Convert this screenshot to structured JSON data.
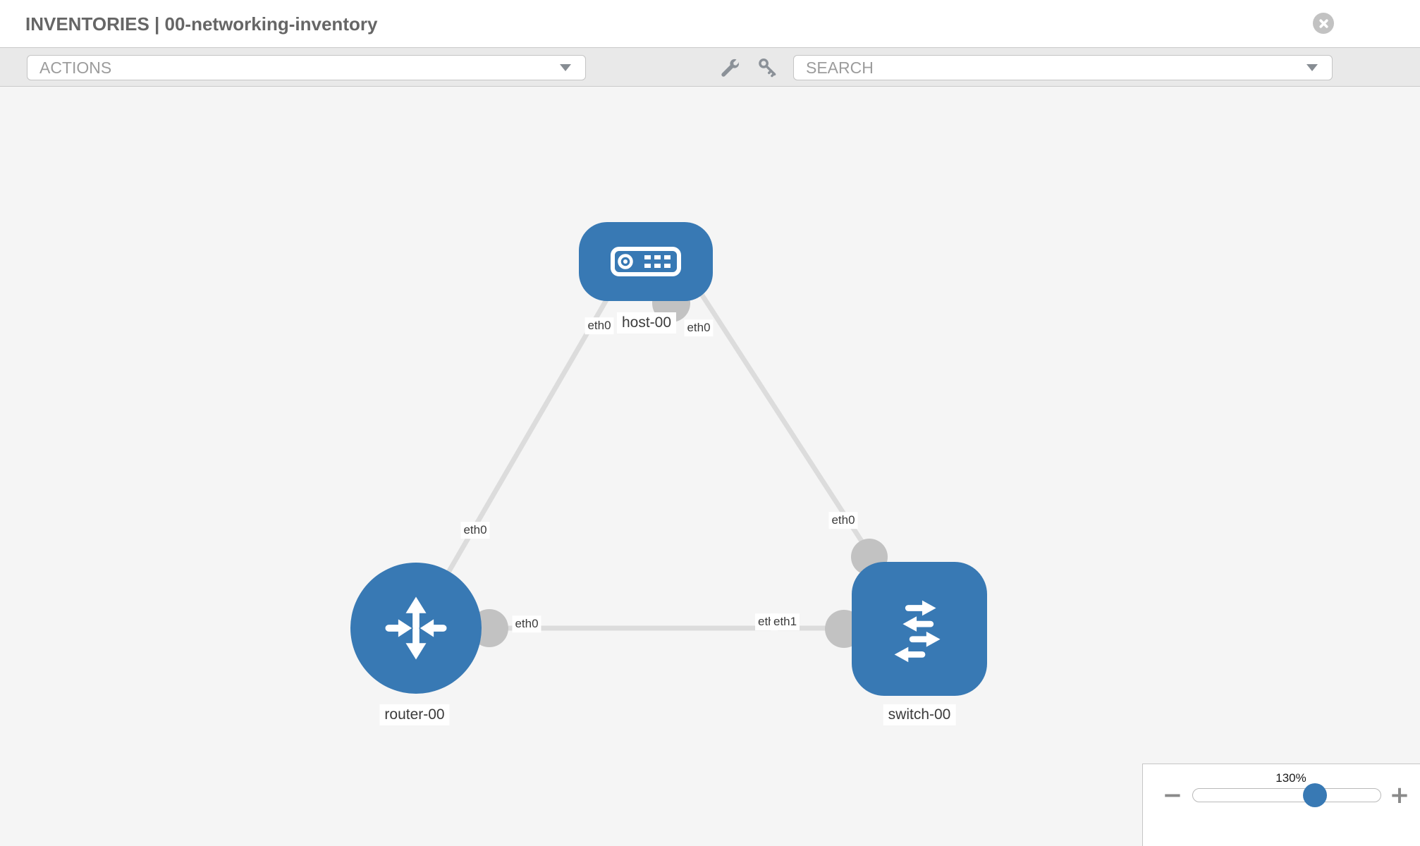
{
  "header": {
    "title": "INVENTORIES | 00-networking-inventory"
  },
  "toolbar": {
    "actions_label": "ACTIONS",
    "search_label": "SEARCH",
    "icons": [
      "wrench-icon",
      "key-icon"
    ]
  },
  "canvas": {
    "nodes": [
      {
        "id": "host-00",
        "type": "host",
        "label": "host-00"
      },
      {
        "id": "router-00",
        "type": "router",
        "label": "router-00"
      },
      {
        "id": "switch-00",
        "type": "switch",
        "label": "switch-00"
      }
    ],
    "links": [
      {
        "from": "router-00",
        "to": "host-00"
      },
      {
        "from": "host-00",
        "to": "switch-00"
      },
      {
        "from": "router-00",
        "to": "switch-00"
      }
    ],
    "interface_labels": {
      "host_left": "eth0",
      "host_right": "eth0",
      "router_host_link_router_side": "eth0",
      "router_switch_link_router_side": "eth0",
      "host_switch_link_switch_side": "eth0",
      "router_switch_link_switch_side_under": "eth1",
      "router_switch_link_switch_side": "eth1"
    }
  },
  "zoom_control": {
    "value": "130%",
    "zoom_out": "−",
    "zoom_in": "+"
  },
  "colors": {
    "node_blue": "#3879b4",
    "link_gray": "#dcdcdc",
    "connector_gray": "#c2c2c2",
    "canvas_bg": "#f5f5f5",
    "toolbar_bg": "#e9e9e9"
  }
}
